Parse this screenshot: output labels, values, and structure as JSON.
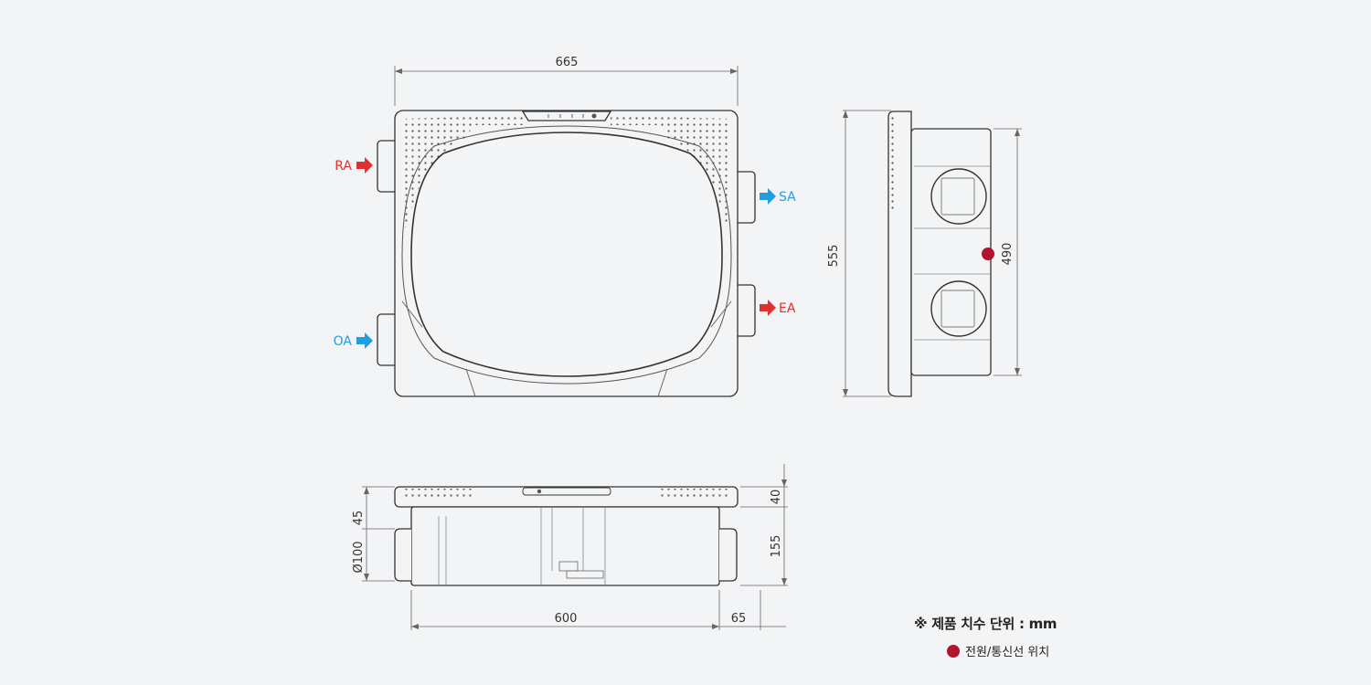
{
  "colors": {
    "background": "#f3f4f6",
    "line": "#333333",
    "light_line": "#9a9a9a",
    "return_exhaust_arrow": "#e03131",
    "supply_outdoor_arrow": "#1f9ee0",
    "power_dot": "#b3132b"
  },
  "top_view": {
    "width_dim": "665",
    "ports": {
      "ra": "RA",
      "oa": "OA",
      "sa": "SA",
      "ea": "EA"
    }
  },
  "side_view": {
    "total_height_dim": "555",
    "body_height_dim": "490"
  },
  "front_view": {
    "top_dim": "40",
    "body_dim": "155",
    "port_offset_dim": "45",
    "port_diameter_dim": "Ø100",
    "body_width_dim": "600",
    "port_depth_dim": "65"
  },
  "legend": {
    "unit_note": "※ 제품 치수 단위 : mm",
    "power_location_label": "전원/통신선 위치"
  }
}
